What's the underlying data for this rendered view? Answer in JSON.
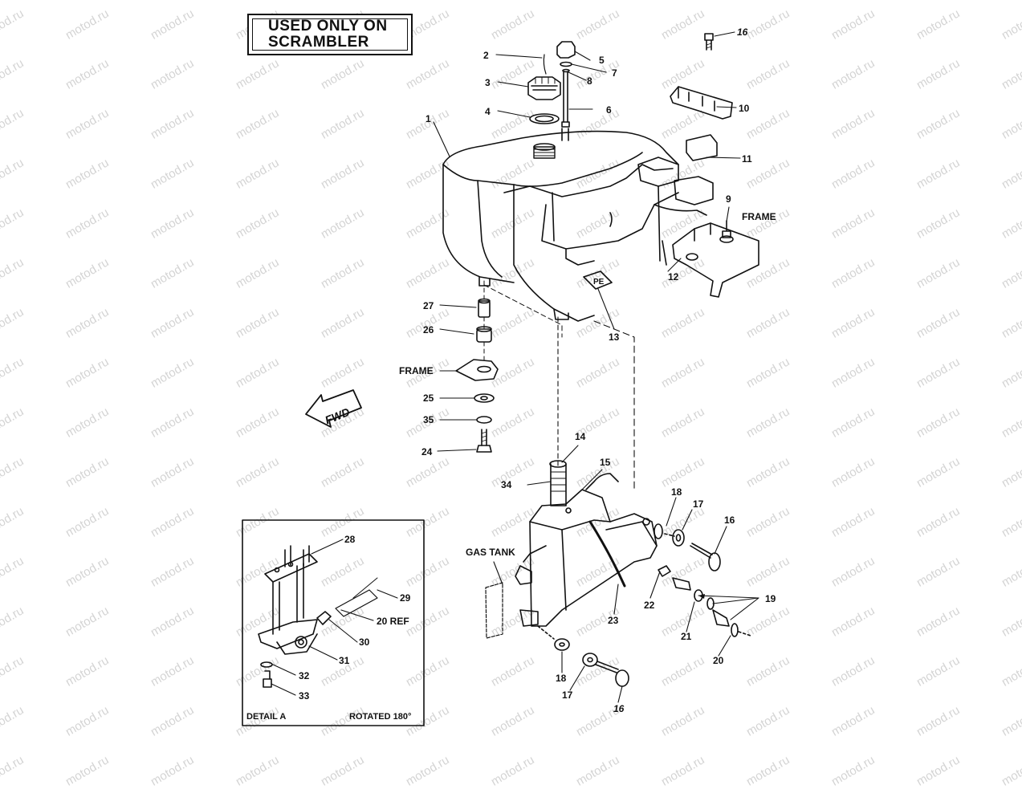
{
  "badge": {
    "line1": "USED ONLY ON",
    "line2": "SCRAMBLER"
  },
  "watermark": "motod.ru",
  "labels": {
    "n1": "1",
    "n2": "2",
    "n3": "3",
    "n4": "4",
    "n5": "5",
    "n6": "6",
    "n7": "7",
    "n8": "8",
    "n9": "9",
    "n10": "10",
    "n11": "11",
    "n12": "12",
    "n13": "13",
    "n14": "14",
    "n15": "15",
    "n16a": "16",
    "n16b": "16",
    "n16c": "16",
    "n17a": "17",
    "n17b": "17",
    "n18a": "18",
    "n18b": "18",
    "n19": "19",
    "n20": "20",
    "n20ref": "20  REF",
    "n21": "21",
    "n22": "22",
    "n23": "23",
    "n24": "24",
    "n25": "25",
    "n26": "26",
    "n27": "27",
    "n28": "28",
    "n29": "29",
    "n30": "30",
    "n31": "31",
    "n32": "32",
    "n33": "33",
    "n34": "34",
    "n35": "35",
    "frame_top": "FRAME",
    "frame_left": "FRAME",
    "gas_tank": "GAS TANK",
    "fwd": "FWD",
    "detail_a": "DETAIL A",
    "rotated": "ROTATED 180°"
  }
}
